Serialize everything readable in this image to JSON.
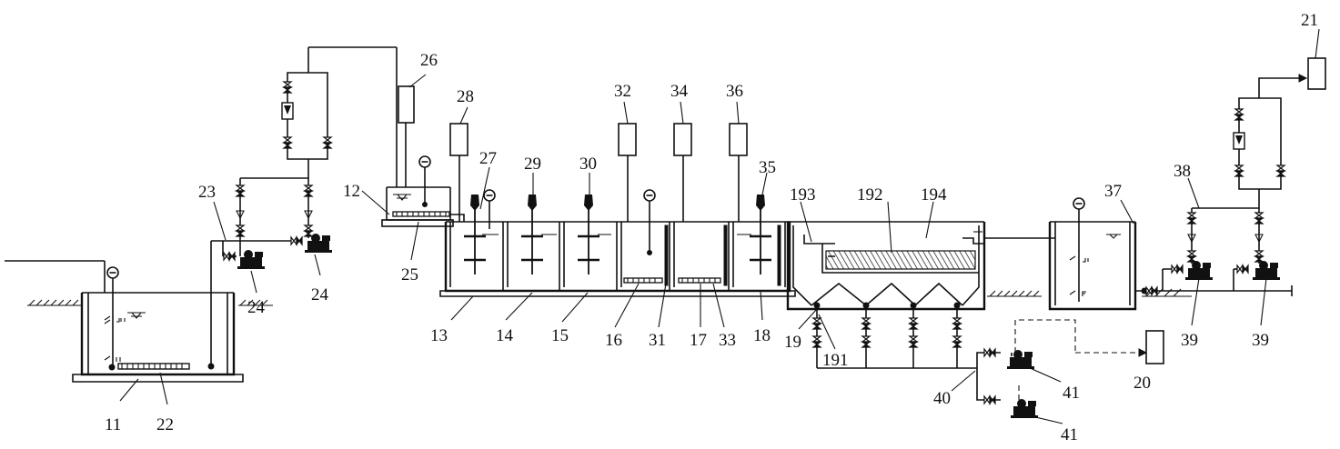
{
  "labels": {
    "l11": "11",
    "l12": "12",
    "l13": "13",
    "l14": "14",
    "l15": "15",
    "l16": "16",
    "l17": "17",
    "l18": "18",
    "l19": "19",
    "l20": "20",
    "l21": "21",
    "l22": "22",
    "l23": "23",
    "l24a": "24",
    "l24b": "24",
    "l25": "25",
    "l26": "26",
    "l27": "27",
    "l28": "28",
    "l29": "29",
    "l30": "30",
    "l31": "31",
    "l32": "32",
    "l33": "33",
    "l34": "34",
    "l35": "35",
    "l36": "36",
    "l37": "37",
    "l38": "38",
    "l39a": "39",
    "l39b": "39",
    "l40": "40",
    "l41a": "41",
    "l41b": "41",
    "l191": "191",
    "l192": "192",
    "l193": "193",
    "l194": "194"
  },
  "icons": {
    "valve": "bowtie-valve-icon",
    "flowmeter": "rotameter-icon",
    "pump": "pump-icon",
    "mixer": "stirrer-icon",
    "aerator": "aerator-icon",
    "level_probe": "level-probe-icon",
    "ground": "ground-hatch-icon"
  }
}
